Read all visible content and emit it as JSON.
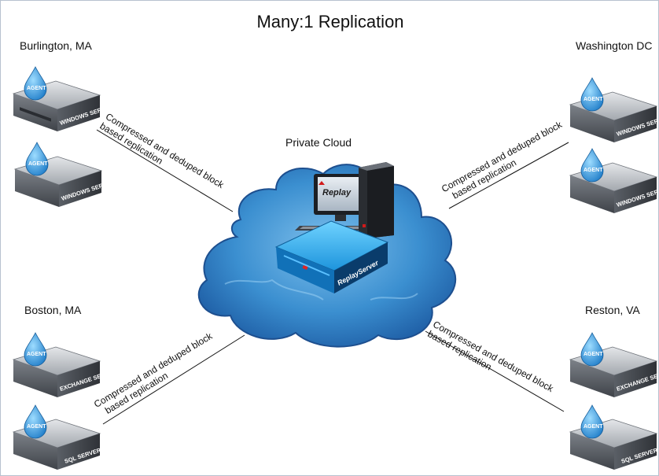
{
  "title": "Many:1 Replication",
  "cloud_label": "Private Cloud",
  "sites": {
    "burlington": "Burlington, MA",
    "washington": "Washington DC",
    "boston": "Boston, MA",
    "reston": "Reston, VA"
  },
  "link_label": {
    "line1": "Compressed and deduped block",
    "line2": "based replication"
  },
  "servers": {
    "windows": "WINDOWS SERVER",
    "exchange": "EXCHANGE SERVER",
    "sql": "SQL SERVER",
    "agent": "AGENT"
  },
  "brand": {
    "replay": "Replay",
    "replay_server": "ReplayServer"
  }
}
